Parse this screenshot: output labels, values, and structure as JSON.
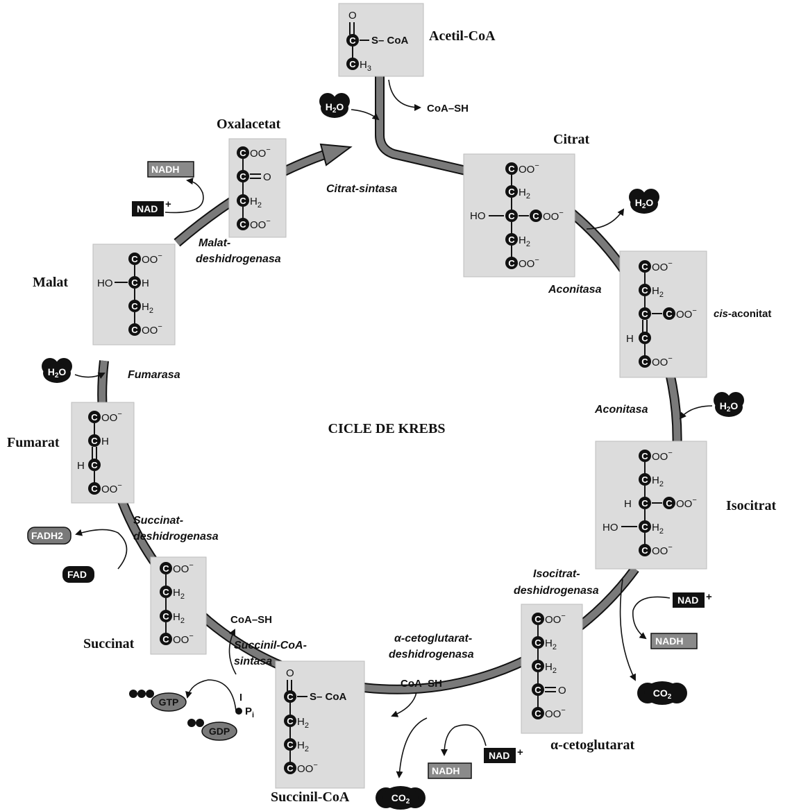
{
  "title": "CICLE DE KREBS",
  "intermediates": {
    "acetil_coa": "Acetil-CoA",
    "citrat": "Citrat",
    "cis_aconitat_prefix": "cis",
    "cis_aconitat_suffix": "-aconitat",
    "isocitrat": "Isocitrat",
    "alfa_cetoglutarat": "α-cetoglutarat",
    "succinil_coa": "Succinil-CoA",
    "succinat": "Succinat",
    "fumarat": "Fumarat",
    "malat": "Malat",
    "oxalacetat": "Oxalacetat"
  },
  "enzymes": {
    "citrat_sintasa": "Citrat-sintasa",
    "aconitasa_1": "Aconitasa",
    "aconitasa_2": "Aconitasa",
    "isocitrat_dh_1": "Isocitrat-",
    "isocitrat_dh_2": "deshidrogenasa",
    "acg_dh_1": "α-cetoglutarat-",
    "acg_dh_2": "deshidrogenasa",
    "succinil_sintasa_1": "Succinil-CoA-",
    "succinil_sintasa_2": "sintasa",
    "succinat_dh_1": "Succinat-",
    "succinat_dh_2": "deshidrogenasa",
    "fumarasa": "Fumarasa",
    "malat_dh_1": "Malat-",
    "malat_dh_2": "deshidrogenasa"
  },
  "cofactors": {
    "h2o": "H2O",
    "coa_sh": "CoA–SH",
    "nad": "NAD",
    "nadh": "NADH",
    "co2": "CO2",
    "fad": "FAD",
    "fadh2": "FADH2",
    "gtp": "GTP",
    "gdp": "GDP",
    "pi": "P",
    "plus": "+",
    "sub_i": "i",
    "sub_2": "2",
    "sub_3": "3"
  },
  "groups": {
    "c": "C",
    "coo": "OO",
    "minus": "−",
    "h2": "H",
    "o": "O",
    "ho": "HO",
    "h": "H",
    "s_coa": "S– CoA",
    "h_left": "H",
    "sub2": "2",
    "sub3": "3"
  }
}
